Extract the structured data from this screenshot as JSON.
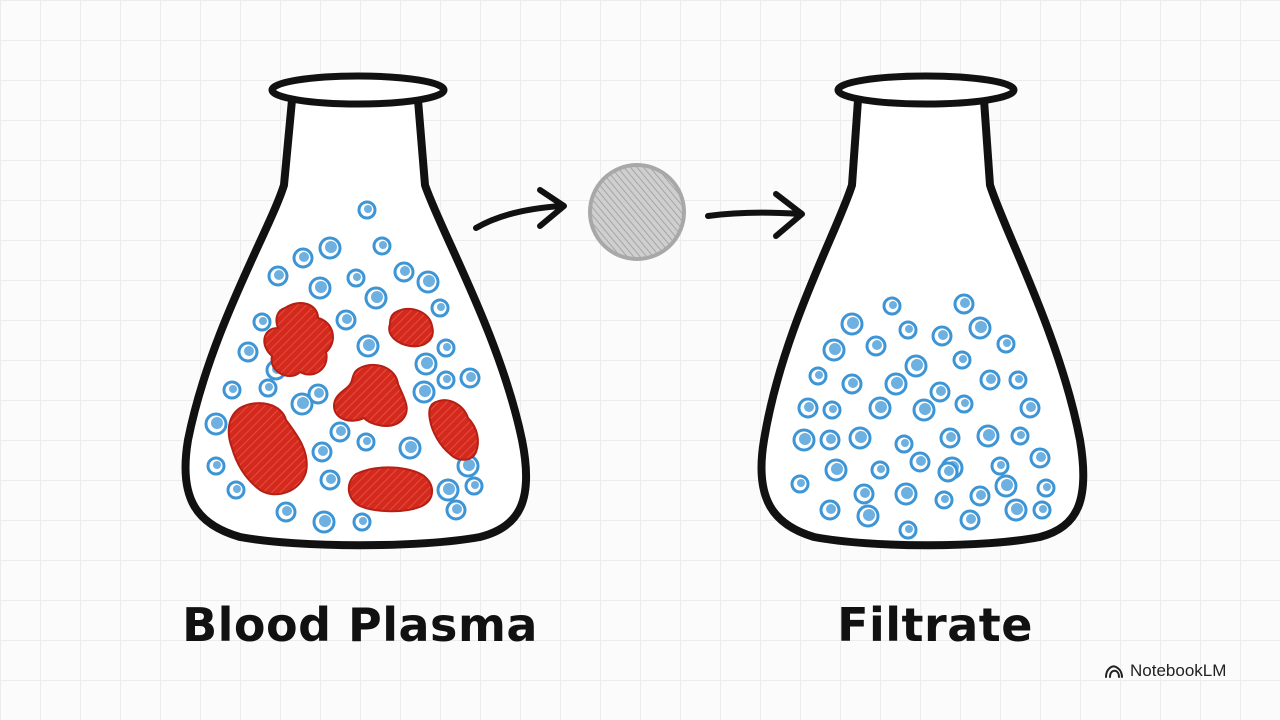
{
  "labels": {
    "left_flask": "Blood Plasma",
    "right_flask": "Filtrate"
  },
  "brand": {
    "name": "NotebookLM",
    "icon": "notebooklm-logo-icon"
  },
  "icons": {
    "flow_arrow": "arrow-right-icon",
    "filter": "filter-membrane-icon",
    "flask": "erlenmeyer-flask-icon"
  },
  "colors": {
    "small_particle": "#3d95d6",
    "large_particle": "#d42a1e",
    "filter": "#b3b3b3",
    "outline": "#111111",
    "liquid": "#ffffff"
  }
}
